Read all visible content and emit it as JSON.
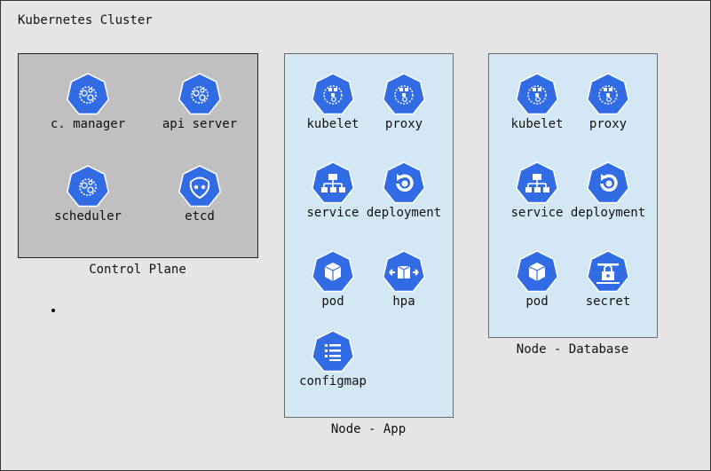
{
  "cluster": {
    "title": "Kubernetes Cluster"
  },
  "groups": {
    "control_plane": {
      "label": "Control Plane",
      "items": [
        {
          "label": "c. manager",
          "icon": "controller-manager-icon"
        },
        {
          "label": "api server",
          "icon": "api-server-icon"
        },
        {
          "label": "scheduler",
          "icon": "scheduler-icon"
        },
        {
          "label": "etcd",
          "icon": "etcd-icon"
        }
      ]
    },
    "node_app": {
      "label": "Node - App",
      "items": [
        {
          "label": "kubelet",
          "icon": "kubelet-icon"
        },
        {
          "label": "proxy",
          "icon": "proxy-icon"
        },
        {
          "label": "service",
          "icon": "service-icon"
        },
        {
          "label": "deployment",
          "icon": "deployment-icon"
        },
        {
          "label": "pod",
          "icon": "pod-icon"
        },
        {
          "label": "hpa",
          "icon": "hpa-icon"
        },
        {
          "label": "configmap",
          "icon": "configmap-icon"
        }
      ]
    },
    "node_db": {
      "label": "Node - Database",
      "items": [
        {
          "label": "kubelet",
          "icon": "kubelet-icon"
        },
        {
          "label": "proxy",
          "icon": "proxy-icon"
        },
        {
          "label": "service",
          "icon": "service-icon"
        },
        {
          "label": "deployment",
          "icon": "deployment-icon"
        },
        {
          "label": "pod",
          "icon": "pod-icon"
        },
        {
          "label": "secret",
          "icon": "secret-icon"
        }
      ]
    }
  },
  "colors": {
    "k8s_blue": "#326ce5",
    "cp_fill": "#c0c0c0",
    "node_fill": "#d3e8f4"
  }
}
